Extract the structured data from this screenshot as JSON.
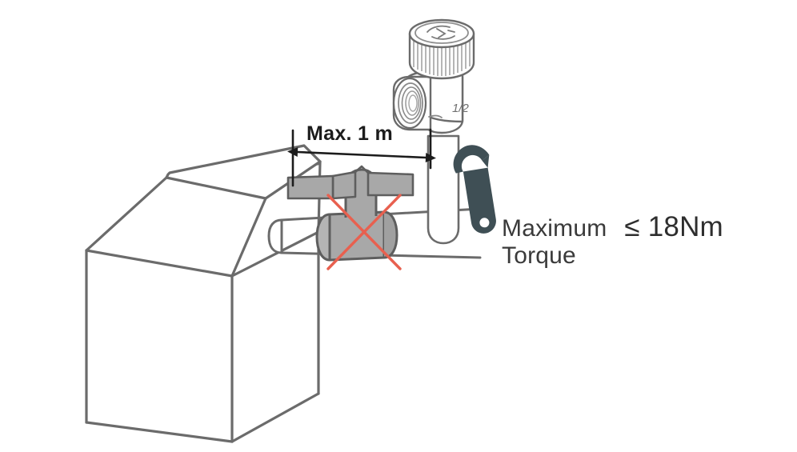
{
  "diagram": {
    "title": "Safety relief valve installation diagram",
    "background_color": "#ffffff",
    "line_color": "#6b6b6b",
    "fill_gray": "#a8a8a8",
    "prohibit_color": "#e8604f",
    "wrench_color": "#3f4f55",
    "text_color": "#3a3a3a"
  },
  "dimension": {
    "label": "Max. 1 m",
    "arrow_style": "double-headed"
  },
  "torque": {
    "label_line1": "Maximum",
    "label_line2": "Torque",
    "value": "≤ 18Nm"
  },
  "valve": {
    "marking": "1/2",
    "parts": {
      "cap": "knurled-cap",
      "port": "threaded-inlet-port",
      "body": "valve-body",
      "outlet": "discharge-pipe"
    }
  },
  "prohibited": {
    "symbol": "red-cross",
    "meaning": "do-not-install-here",
    "component": "tee-fitting-with-lever"
  },
  "appliance": {
    "shape": "isometric-box",
    "name": "water-heater"
  },
  "icons": {
    "wrench": "wrench-icon"
  }
}
